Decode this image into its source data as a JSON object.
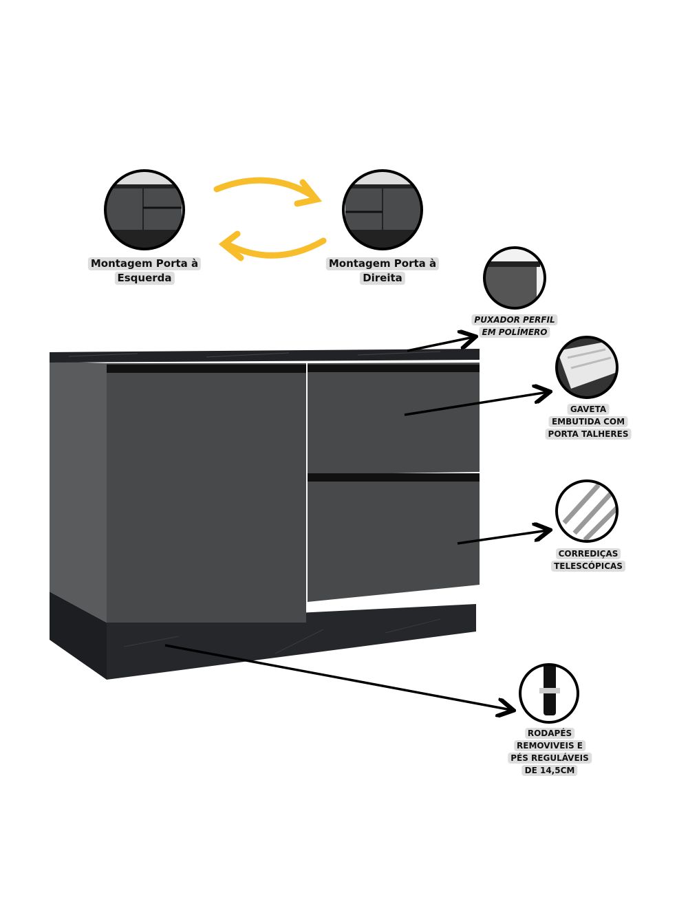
{
  "labels": {
    "left_mount": [
      "Montagem Porta à",
      "Esquerda"
    ],
    "right_mount": [
      "Montagem Porta à",
      "Direita"
    ],
    "handle": [
      "PUXADOR PERFIL",
      "EM POLÍMERO"
    ],
    "drawer": [
      "GAVETA",
      "EMBUTIDA COM",
      "PORTA TALHERES"
    ],
    "slides": [
      "CORREDIÇAS",
      "TELESCÓPICAS"
    ],
    "plinth": [
      "RODAPÉS",
      "REMOVIVEIS E",
      "PÉS REGULÁVEIS",
      "DE 14,5CM"
    ]
  },
  "colors": {
    "arrow_yellow": "#f7bd2a",
    "body_gray": "#4f5052",
    "front_gray": "#48494b",
    "marble": "#222326"
  }
}
